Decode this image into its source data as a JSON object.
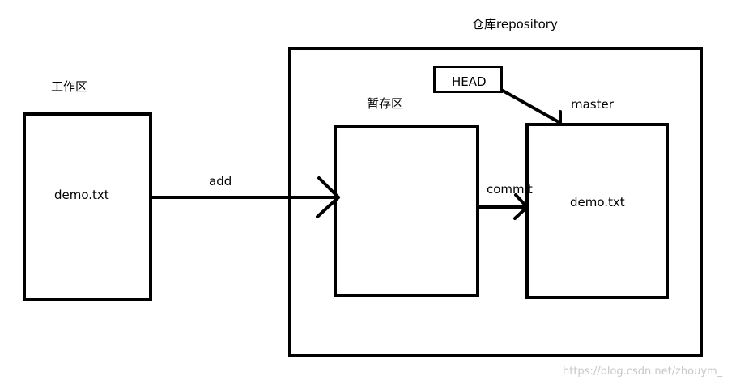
{
  "repository_label": "仓库repository",
  "workspace_label": "工作区",
  "staging_label": "暂存区",
  "head_label": "HEAD",
  "master_label": "master",
  "workspace_file": "demo.txt",
  "repo_file": "demo.txt",
  "add_label": "add",
  "commit_label": "commit",
  "watermark": "https://blog.csdn.net/zhouym_"
}
